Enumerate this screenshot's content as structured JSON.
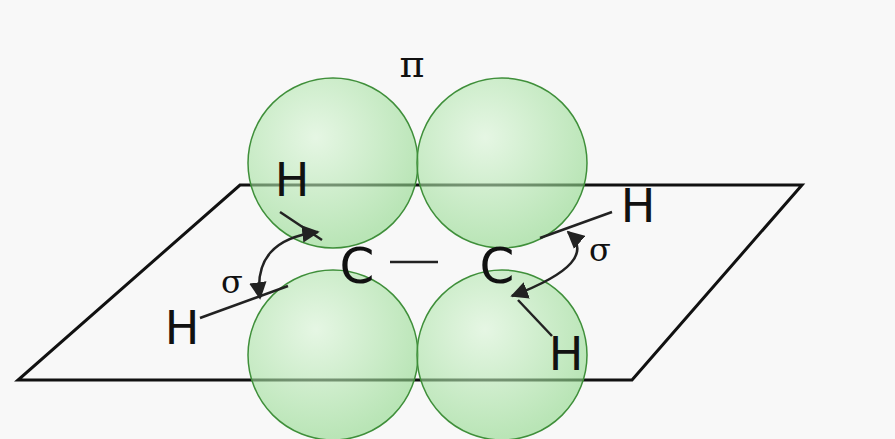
{
  "diagram": {
    "labels": [
      "π",
      "H",
      "C",
      "C",
      "H",
      "σ",
      "σ",
      "H",
      "H"
    ]
  }
}
